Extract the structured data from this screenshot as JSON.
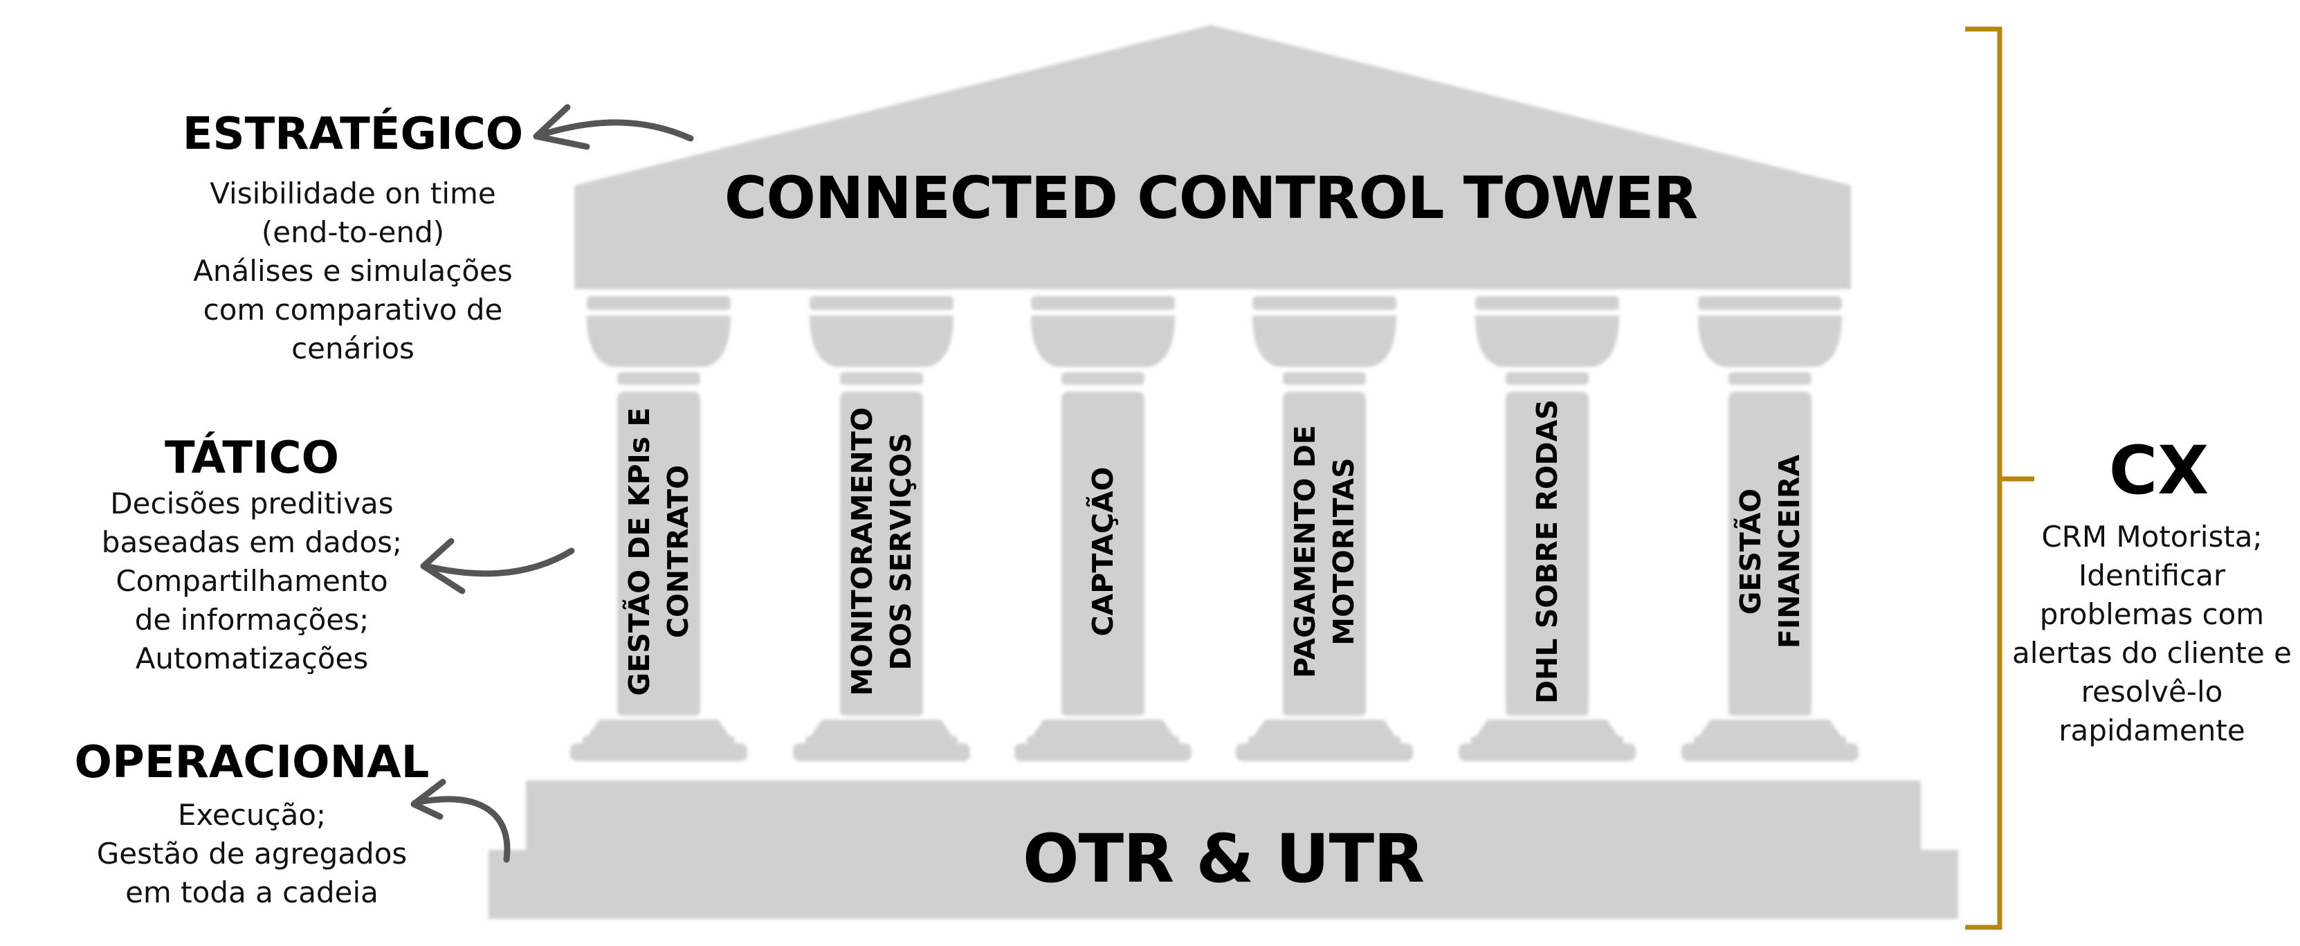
{
  "temple": {
    "roof_title": "CONNECTED CONTROL TOWER",
    "base_title": "OTR & UTR",
    "pillars": [
      "GESTÃO DE KPIs E\nCONTRATO",
      "MONITORAMENTO\nDOS SERVIÇOS",
      "CAPTAÇÃO",
      "PAGAMENTO DE\nMOTORITAS",
      "DHL SOBRE RODAS",
      "GESTÃO\nFINANCEIRA"
    ]
  },
  "levels": {
    "strategic": {
      "heading": "ESTRATÉGICO",
      "description": "Visibilidade on time\n(end-to-end)\nAnálises e simulações\ncom comparativo de\ncenários"
    },
    "tactical": {
      "heading": "TÁTICO",
      "description": "Decisões preditivas\nbaseadas em dados;\nCompartilhamento\nde informações;\nAutomatizações"
    },
    "operational": {
      "heading": "OPERACIONAL",
      "description": "Execução;\nGestão de agregados\nem toda a cadeia"
    }
  },
  "cx": {
    "heading": "CX",
    "description": "CRM Motorista;\nIdentificar\nproblemas com\nalertas do cliente e\nresolvê-lo\nrapidamente"
  },
  "colors": {
    "temple_fill": "#d0d0d0",
    "bracket": "#b8860b",
    "arrow": "#555555",
    "text": "#000000"
  }
}
